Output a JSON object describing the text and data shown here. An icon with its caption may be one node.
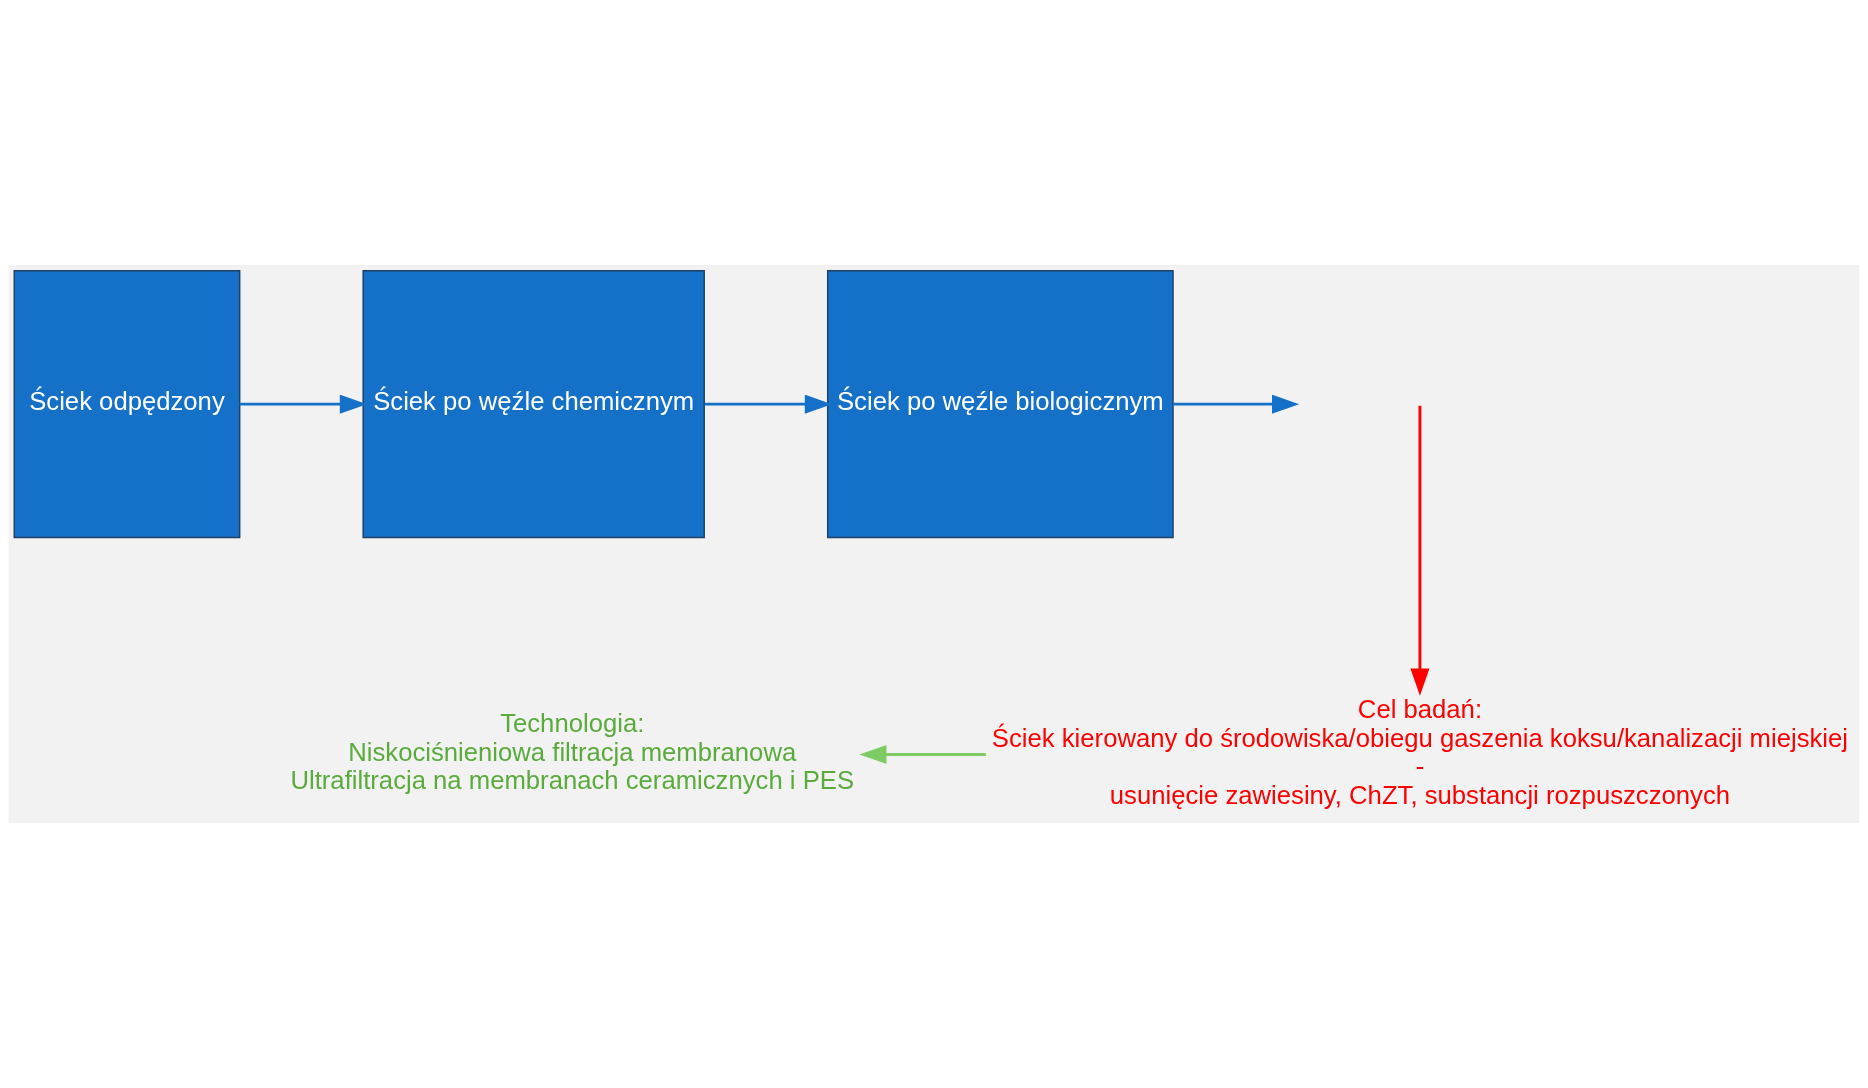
{
  "diagram": {
    "nodes": [
      {
        "text": [
          "Ściek odpędzony"
        ]
      },
      {
        "text": [
          "Ściek po węźle chemicznym"
        ]
      },
      {
        "text": [
          "Ściek po węźle biologicznym"
        ]
      },
      {
        "text": [
          "Cel badań:",
          "Ściek kierowany do środowiska/obiegu gaszenia koksu/kanalizacji miejskiej",
          "-",
          "usunięcie zawiesiny, ChZT, substancji rozpuszczonych"
        ]
      },
      {
        "text": [
          "Technologia:",
          "Niskociśnieniowa filtracja membranowa",
          "Ultrafiltracja na membranach ceramicznych i PES"
        ]
      }
    ],
    "edges": [
      {
        "from": 0,
        "to": 1,
        "arrow": "to"
      },
      {
        "from": 1,
        "to": 2,
        "arrow": "to"
      },
      {
        "from": 2,
        "to": null,
        "arrow": "to"
      },
      {
        "from": null,
        "to": 3,
        "arrow": "to",
        "color": "#ff0000"
      },
      {
        "from": 3,
        "to": 4,
        "arrow": "to",
        "color": "#7ccc63"
      }
    ]
  }
}
